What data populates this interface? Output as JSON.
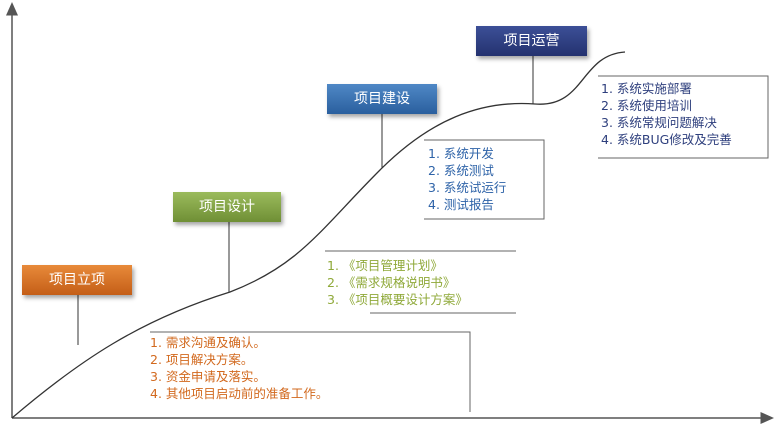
{
  "phases": [
    {
      "label": "项目立项",
      "color": "#d97330",
      "items": [
        "1. 需求沟通及确认。",
        "2. 项目解决方案。",
        "3. 资金申请及落实。",
        "4. 其他项目启动前的准备工作。"
      ]
    },
    {
      "label": "项目设计",
      "color": "#86a649",
      "items": [
        "1. 《项目管理计划》",
        "2. 《需求规格说明书》",
        "3. 《项目概要设计方案》"
      ]
    },
    {
      "label": "项目建设",
      "color": "#3d74b5",
      "items": [
        "1. 系统开发",
        "2. 系统测试",
        "3. 系统试运行",
        "4. 测试报告"
      ]
    },
    {
      "label": "项目运营",
      "color": "#2f3f84",
      "items": [
        "1. 系统实施部署",
        "2. 系统使用培训",
        "3. 系统常规问题解决",
        "4. 系统BUG修改及完善"
      ]
    }
  ]
}
